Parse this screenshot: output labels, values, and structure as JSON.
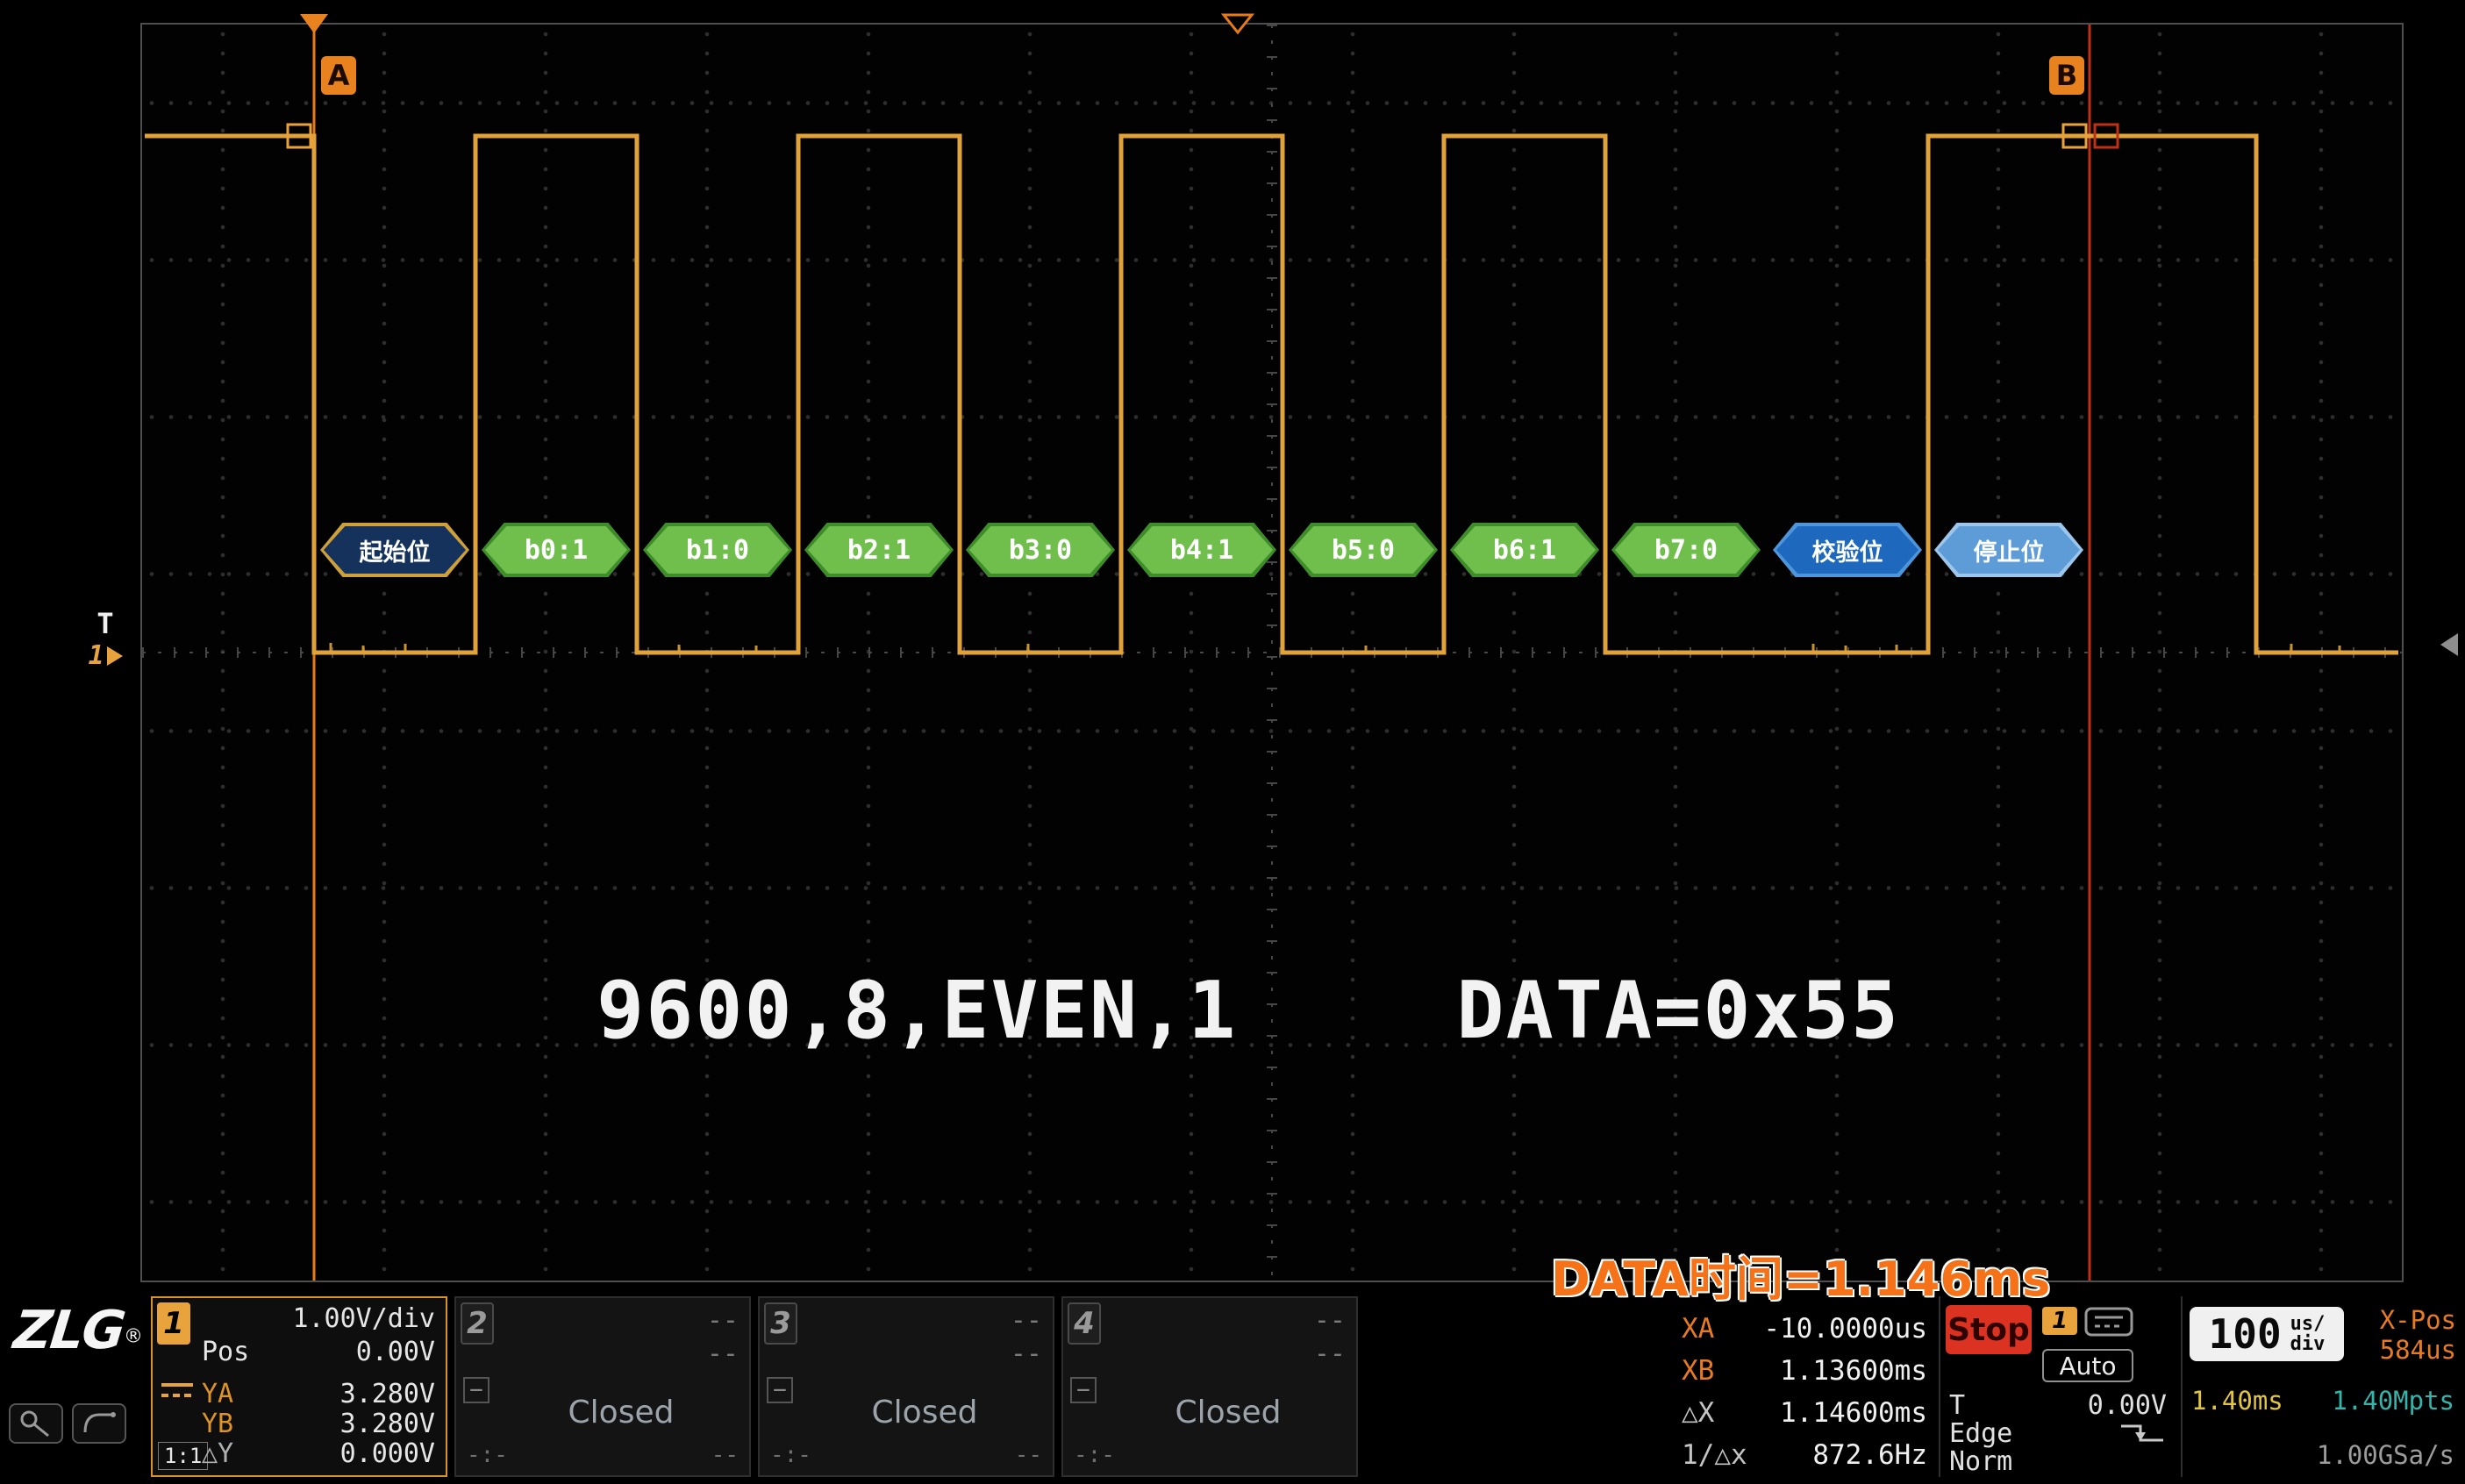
{
  "colors": {
    "ch1_trace": "#E2A23A",
    "cursor_a": "#E87A18",
    "cursor_b": "#C03018",
    "data_time": "#F57218"
  },
  "display": {
    "decode_left": "9600,8,EVEN,1",
    "decode_right": "DATA=0x55",
    "data_time": "DATA时间=1.146ms",
    "cursor_a": "A",
    "cursor_b": "B",
    "trigger_t": "T",
    "trigger_ch": "1",
    "uart_badges": [
      {
        "label": "起始位",
        "type": "start",
        "bit": 0
      },
      {
        "label": "b0:1",
        "type": "data",
        "bit": 1
      },
      {
        "label": "b1:0",
        "type": "data",
        "bit": 0
      },
      {
        "label": "b2:1",
        "type": "data",
        "bit": 1
      },
      {
        "label": "b3:0",
        "type": "data",
        "bit": 0
      },
      {
        "label": "b4:1",
        "type": "data",
        "bit": 1
      },
      {
        "label": "b5:0",
        "type": "data",
        "bit": 0
      },
      {
        "label": "b6:1",
        "type": "data",
        "bit": 1
      },
      {
        "label": "b7:0",
        "type": "data",
        "bit": 0
      },
      {
        "label": "校验位",
        "type": "parity",
        "bit": 0
      },
      {
        "label": "停止位",
        "type": "stop",
        "bit": 1
      }
    ]
  },
  "logo": {
    "text": "ZLG",
    "reg": "®"
  },
  "channel1": {
    "id": "1",
    "scale": "1.00V/div",
    "pos_label": "Pos",
    "pos_value": "0.00V",
    "ya_label": "YA",
    "ya_value": "3.280V",
    "yb_label": "YB",
    "yb_value": "3.280V",
    "dy_label": "△Y",
    "dy_value": "0.000V",
    "probe": "1:1"
  },
  "channel2": {
    "id": "2",
    "status": "Closed",
    "dash1": "--",
    "dash2": "--",
    "minus": "−",
    "bottom_left": "-:-",
    "bottom_right": "--"
  },
  "channel3": {
    "id": "3",
    "status": "Closed",
    "dash1": "--",
    "dash2": "--",
    "minus": "−",
    "bottom_left": "-:-",
    "bottom_right": "--"
  },
  "channel4": {
    "id": "4",
    "status": "Closed",
    "dash1": "--",
    "dash2": "--",
    "minus": "−",
    "bottom_left": "-:-",
    "bottom_right": "--"
  },
  "cursors": {
    "xa_label": "XA",
    "xa_value": "-10.0000us",
    "xb_label": "XB",
    "xb_value": "1.13600ms",
    "dx_label": "△X",
    "dx_value": "1.14600ms",
    "fx_label": "1/△x",
    "fx_value": "872.6Hz"
  },
  "trigger": {
    "run_state": "Stop",
    "source": "1",
    "mode": "Auto",
    "level_label": "T",
    "level_value": "0.00V",
    "type": "Edge",
    "sweep": "Norm"
  },
  "timebase": {
    "scale": "100",
    "unit_top": "us/",
    "unit_bottom": "div",
    "xpos_label": "X-Pos",
    "xpos_value": "584us",
    "window": "1.40ms",
    "memory": "1.40Mpts",
    "rate": "1.00GSa/s"
  }
}
